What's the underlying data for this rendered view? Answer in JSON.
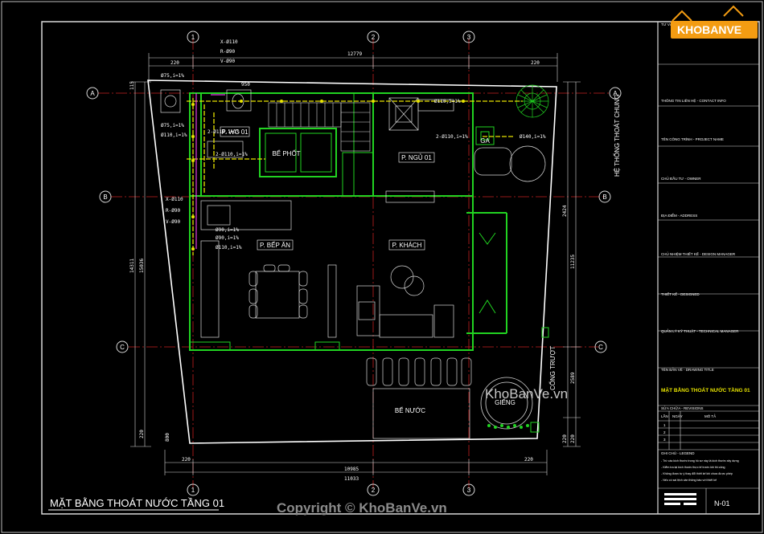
{
  "drawing": {
    "title": "MẶT BẰNG THOÁT NƯỚC TẦNG 01",
    "sheet_number": "N-01",
    "watermark_center": "KhoBanVe.vn",
    "copyright": "Copyright © KhoBanVe.vn",
    "logo_text": "KHOBANVE",
    "side_label": "HỆ THỐNG THOÁT CHUNG",
    "gate_label": "CỔNG TRƯỢT"
  },
  "grid": {
    "cols": [
      "1",
      "2",
      "3"
    ],
    "rows": [
      "A",
      "B",
      "C"
    ]
  },
  "rooms": {
    "wc": "P. WC 01",
    "septic": "BỂ PHỐT",
    "bedroom": "P. NGỦ 01",
    "kitchen": "P. BẾP ĂN",
    "living": "P. KHÁCH",
    "tank": "BỂ NƯỚC",
    "well": "GIẾNG",
    "ga": "GA"
  },
  "dimensions": {
    "top_total": "12779",
    "top_a": "220",
    "top_b": "220",
    "bottom_total": "10985",
    "bottom_total2": "11033",
    "bottom_a": "220",
    "bottom_b": "220",
    "left_a": "14311",
    "left_b": "15036",
    "right_a": "11235",
    "right_b": "2424",
    "right_c": "2589",
    "right_d": "220",
    "right_e": "220",
    "left_small1": "115",
    "left_small2": "220",
    "left_small3": "800",
    "room_dim": "950"
  },
  "pipe_notes": {
    "top_stack": [
      "X-Ø110",
      "R-Ø90",
      "V-Ø90"
    ],
    "mid_stack": [
      "X-Ø110",
      "R-Ø90",
      "V-Ø90"
    ],
    "n1": "Ø75,i=1%",
    "n2": "Ø75,i=1%",
    "n3": "Ø110,i=1%",
    "n4": "2-Ø110,i=1%",
    "n5": "2-Ø110,i=1%",
    "n6": "Ø110,i=1%",
    "n7": "2-Ø110,i=1%",
    "n8": "Ø140,i=1%",
    "n9": "Ø90,i=1%",
    "n10": "Ø90,i=1%",
    "n11": "Ø110,i=1%"
  },
  "title_block": {
    "rows": [
      "TƯ VẤN: CONSULTANT",
      "THÔNG TIN LIÊN HỆ - CONTACT INFO",
      "TÊN CÔNG TRÌNH - PROJECT NAME",
      "CHỦ ĐẦU TƯ - OWNER",
      "ĐỊA ĐIỂM - ADDRESS",
      "CHỦ NHIỆM THIẾT KẾ - DESIGN MANAGER",
      "THIẾT KẾ - DESIGNED",
      "QUẢN LÝ KỸ THUẬT - TECHNICAL MANAGER",
      "TÊN BẢN VẼ - DRAWING TITLE"
    ],
    "drawing_title": "MẶT BẰNG THOÁT NƯỚC TẦNG 01",
    "revision_header": "SỬA CHỮA - REVISIONS",
    "rev_cols": [
      "LẦN",
      "NGÀY",
      "MÔ TẢ"
    ],
    "rev_rows": [
      "1",
      "2",
      "3"
    ],
    "notes_header": "GHI CHÚ - LEGEND",
    "notes": [
      "- Trừ các kích thước trong hồ sơ này là kích thước xây dựng",
      "- Kiểm tra lại kích thước thực tế trước khi thi công",
      "- Không được tự ý thay đổi thiết kế khi chưa được phép",
      "- Nếu có sai lệch cần thông báo với thiết kế"
    ]
  },
  "colors": {
    "background": "#000000",
    "wall": "#21d321",
    "grid_line": "#d21f1f",
    "pipe_yellow": "#e8e400",
    "pipe_magenta": "#e43ce4",
    "frame": "#cfcfcf",
    "text": "#ffffff",
    "logo_orange": "#f39c12"
  }
}
